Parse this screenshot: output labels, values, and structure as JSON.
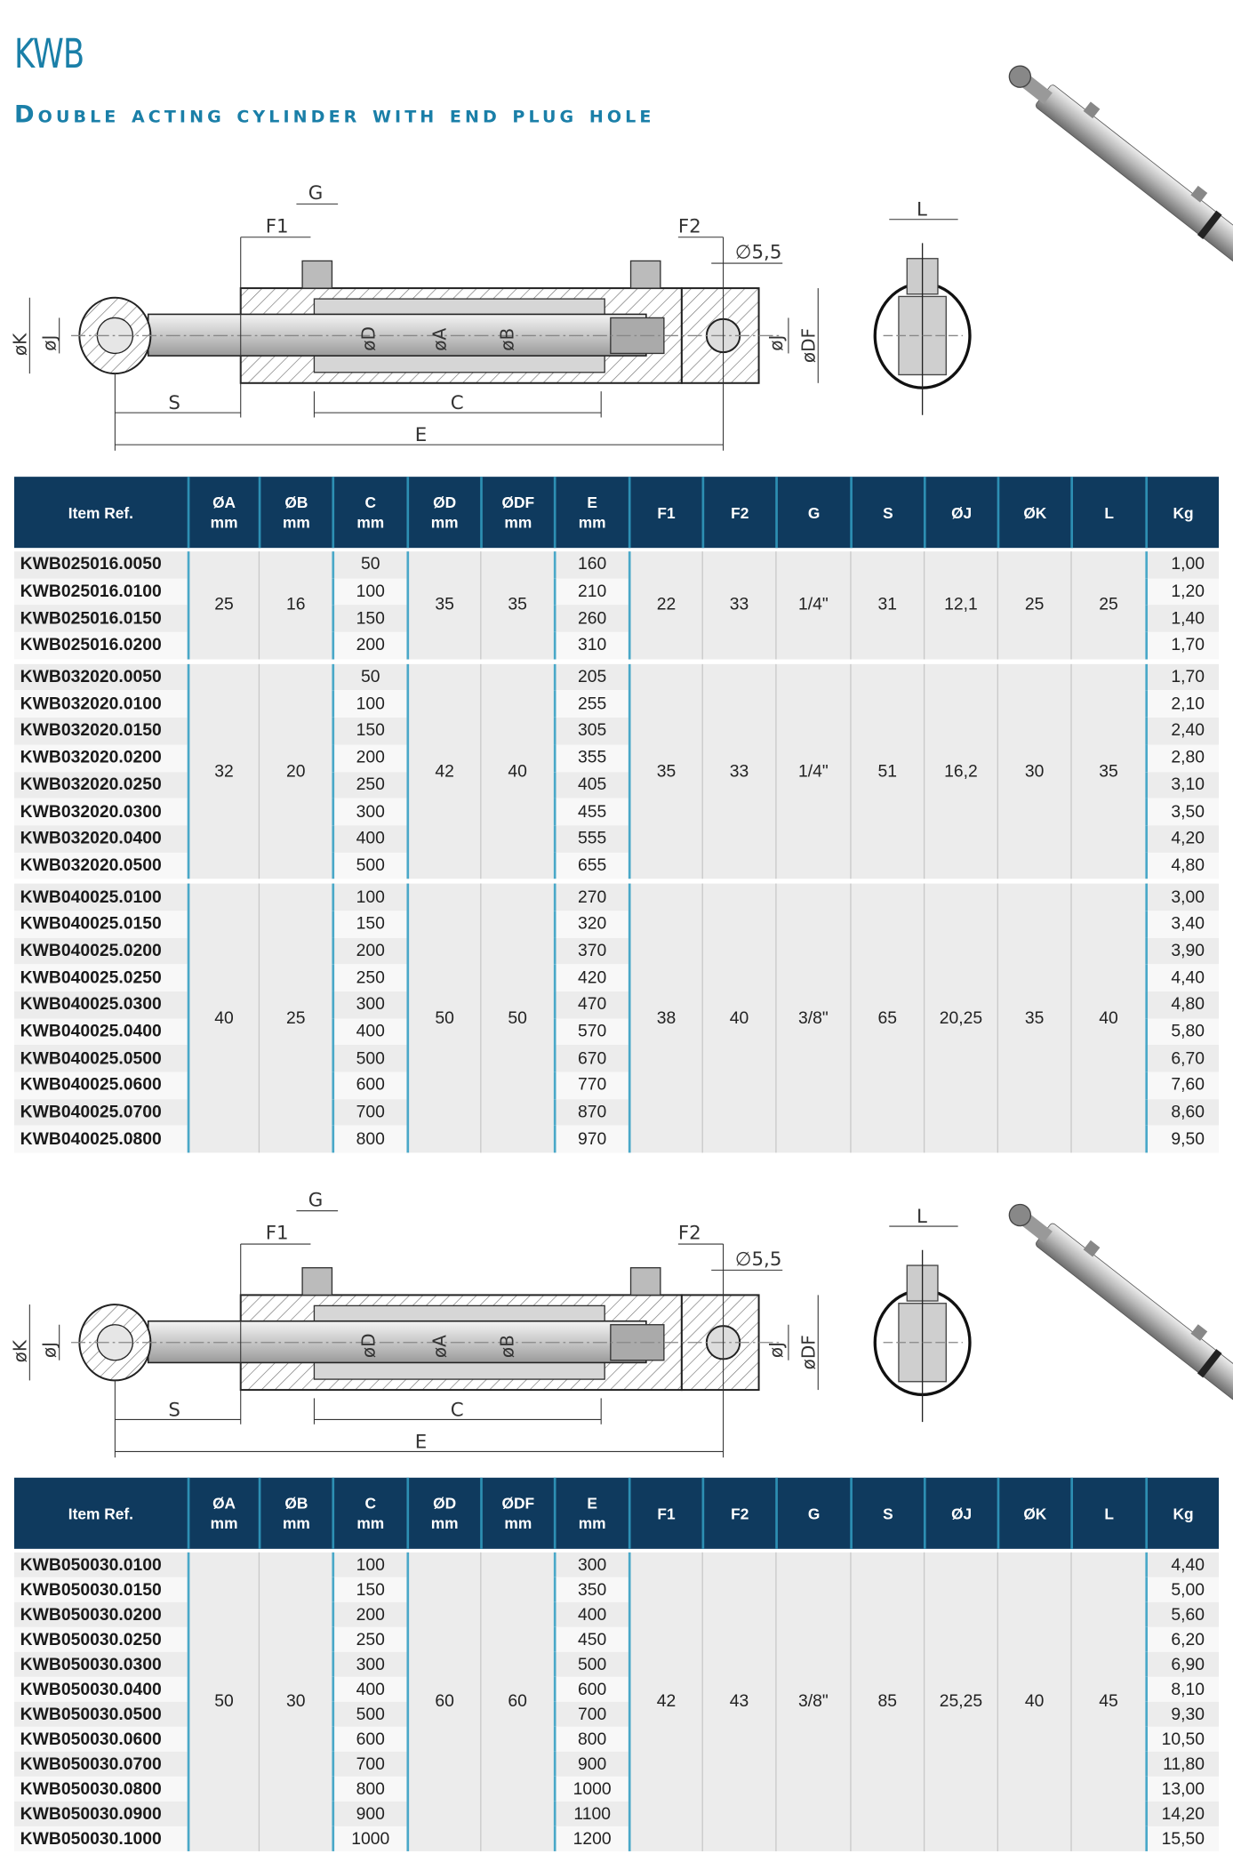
{
  "header": {
    "title": "KWB",
    "subtitle": "Double acting cylinder with end plug hole"
  },
  "drawing": {
    "labels": {
      "G": "G",
      "F1": "F1",
      "F2": "F2",
      "hole": "∅5,5",
      "S": "S",
      "C": "C",
      "E": "E",
      "K": "øK",
      "J": "øJ",
      "D": "øD",
      "A": "øA",
      "B": "øB",
      "J2": "øJ",
      "DF": "øDF",
      "L": "L"
    }
  },
  "colors": {
    "brand": "#1a7fa8",
    "table_header": "#0f3a5e",
    "separator": "#4aa8c8"
  },
  "table_columns": [
    {
      "top": "Item Ref.",
      "bottom": ""
    },
    {
      "top": "ØA",
      "bottom": "mm"
    },
    {
      "top": "ØB",
      "bottom": "mm"
    },
    {
      "top": "C",
      "bottom": "mm"
    },
    {
      "top": "ØD",
      "bottom": "mm"
    },
    {
      "top": "ØDF",
      "bottom": "mm"
    },
    {
      "top": "E",
      "bottom": "mm"
    },
    {
      "top": "F1",
      "bottom": ""
    },
    {
      "top": "F2",
      "bottom": ""
    },
    {
      "top": "G",
      "bottom": ""
    },
    {
      "top": "S",
      "bottom": ""
    },
    {
      "top": "ØJ",
      "bottom": ""
    },
    {
      "top": "ØK",
      "bottom": ""
    },
    {
      "top": "L",
      "bottom": ""
    },
    {
      "top": "Kg",
      "bottom": ""
    }
  ],
  "tables": [
    {
      "groups": [
        {
          "A": "25",
          "B": "16",
          "D": "35",
          "DF": "35",
          "F1": "22",
          "F2": "33",
          "G": "1/4\"",
          "S": "31",
          "J": "12,1",
          "K": "25",
          "L": "25",
          "items": [
            {
              "ref": "KWB025016.0050",
              "C": "50",
              "E": "160",
              "Kg": "1,00"
            },
            {
              "ref": "KWB025016.0100",
              "C": "100",
              "E": "210",
              "Kg": "1,20"
            },
            {
              "ref": "KWB025016.0150",
              "C": "150",
              "E": "260",
              "Kg": "1,40"
            },
            {
              "ref": "KWB025016.0200",
              "C": "200",
              "E": "310",
              "Kg": "1,70"
            }
          ]
        },
        {
          "A": "32",
          "B": "20",
          "D": "42",
          "DF": "40",
          "F1": "35",
          "F2": "33",
          "G": "1/4\"",
          "S": "51",
          "J": "16,2",
          "K": "30",
          "L": "35",
          "items": [
            {
              "ref": "KWB032020.0050",
              "C": "50",
              "E": "205",
              "Kg": "1,70"
            },
            {
              "ref": "KWB032020.0100",
              "C": "100",
              "E": "255",
              "Kg": "2,10"
            },
            {
              "ref": "KWB032020.0150",
              "C": "150",
              "E": "305",
              "Kg": "2,40"
            },
            {
              "ref": "KWB032020.0200",
              "C": "200",
              "E": "355",
              "Kg": "2,80"
            },
            {
              "ref": "KWB032020.0250",
              "C": "250",
              "E": "405",
              "Kg": "3,10"
            },
            {
              "ref": "KWB032020.0300",
              "C": "300",
              "E": "455",
              "Kg": "3,50"
            },
            {
              "ref": "KWB032020.0400",
              "C": "400",
              "E": "555",
              "Kg": "4,20"
            },
            {
              "ref": "KWB032020.0500",
              "C": "500",
              "E": "655",
              "Kg": "4,80"
            }
          ]
        },
        {
          "A": "40",
          "B": "25",
          "D": "50",
          "DF": "50",
          "F1": "38",
          "F2": "40",
          "G": "3/8\"",
          "S": "65",
          "J": "20,25",
          "K": "35",
          "L": "40",
          "items": [
            {
              "ref": "KWB040025.0100",
              "C": "100",
              "E": "270",
              "Kg": "3,00"
            },
            {
              "ref": "KWB040025.0150",
              "C": "150",
              "E": "320",
              "Kg": "3,40"
            },
            {
              "ref": "KWB040025.0200",
              "C": "200",
              "E": "370",
              "Kg": "3,90"
            },
            {
              "ref": "KWB040025.0250",
              "C": "250",
              "E": "420",
              "Kg": "4,40"
            },
            {
              "ref": "KWB040025.0300",
              "C": "300",
              "E": "470",
              "Kg": "4,80"
            },
            {
              "ref": "KWB040025.0400",
              "C": "400",
              "E": "570",
              "Kg": "5,80"
            },
            {
              "ref": "KWB040025.0500",
              "C": "500",
              "E": "670",
              "Kg": "6,70"
            },
            {
              "ref": "KWB040025.0600",
              "C": "600",
              "E": "770",
              "Kg": "7,60"
            },
            {
              "ref": "KWB040025.0700",
              "C": "700",
              "E": "870",
              "Kg": "8,60"
            },
            {
              "ref": "KWB040025.0800",
              "C": "800",
              "E": "970",
              "Kg": "9,50"
            }
          ]
        }
      ]
    },
    {
      "groups": [
        {
          "A": "50",
          "B": "30",
          "D": "60",
          "DF": "60",
          "F1": "42",
          "F2": "43",
          "G": "3/8\"",
          "S": "85",
          "J": "25,25",
          "K": "40",
          "L": "45",
          "items": [
            {
              "ref": "KWB050030.0100",
              "C": "100",
              "E": "300",
              "Kg": "4,40"
            },
            {
              "ref": "KWB050030.0150",
              "C": "150",
              "E": "350",
              "Kg": "5,00"
            },
            {
              "ref": "KWB050030.0200",
              "C": "200",
              "E": "400",
              "Kg": "5,60"
            },
            {
              "ref": "KWB050030.0250",
              "C": "250",
              "E": "450",
              "Kg": "6,20"
            },
            {
              "ref": "KWB050030.0300",
              "C": "300",
              "E": "500",
              "Kg": "6,90"
            },
            {
              "ref": "KWB050030.0400",
              "C": "400",
              "E": "600",
              "Kg": "8,10"
            },
            {
              "ref": "KWB050030.0500",
              "C": "500",
              "E": "700",
              "Kg": "9,30"
            },
            {
              "ref": "KWB050030.0600",
              "C": "600",
              "E": "800",
              "Kg": "10,50"
            },
            {
              "ref": "KWB050030.0700",
              "C": "700",
              "E": "900",
              "Kg": "11,80"
            },
            {
              "ref": "KWB050030.0800",
              "C": "800",
              "E": "1000",
              "Kg": "13,00"
            },
            {
              "ref": "KWB050030.0900",
              "C": "900",
              "E": "1100",
              "Kg": "14,20"
            },
            {
              "ref": "KWB050030.1000",
              "C": "1000",
              "E": "1200",
              "Kg": "15,50"
            }
          ]
        }
      ]
    }
  ]
}
